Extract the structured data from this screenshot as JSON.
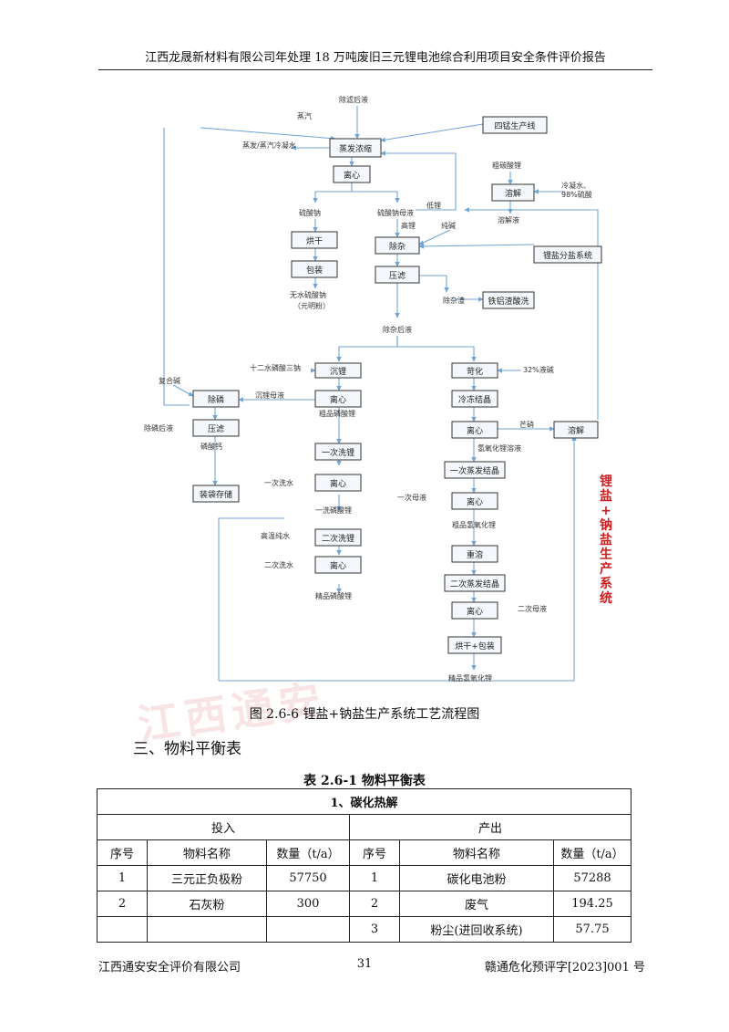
{
  "header": {
    "title": "江西龙晟新材料有限公司年处理 18 万吨废旧三元锂电池综合利用项目安全条件评价报告"
  },
  "flow": {
    "nodes": {
      "evap": "蒸发浓缩",
      "cent1": "离心",
      "dry1": "烘干",
      "pack1": "包装",
      "impurity": "除杂",
      "press1": "压滤",
      "wash_fe": "铁铝渣酸洗",
      "li_sep": "锂盐分盐系统",
      "dissolve": "溶解",
      "li_precip": "沉锂",
      "cent2": "离心",
      "p_remove": "除磷",
      "press2": "压滤",
      "bag": "装袋存储",
      "wash1": "一次洗锂",
      "cent3": "离心",
      "wash2": "二次洗锂",
      "cent4": "离心",
      "caustic": "苛化",
      "freeze": "冷冻结晶",
      "cent5": "离心",
      "dissolve2": "溶解",
      "evap1": "一次蒸发结晶",
      "cent6": "离心",
      "redissolve": "重溶",
      "evap2": "二次蒸发结晶",
      "cent7": "离心",
      "dry_pack": "烘干+包装",
      "mn_line": "四锰生产线"
    },
    "labels": {
      "filtrate_top": "除滤后液",
      "steam": "蒸汽",
      "condensate": "蒸发/蒸汽冷凝水",
      "sodium_sulfate": "硫酸钠",
      "mother_liquor": "硫酸钠母液",
      "lowlithium": "低锂",
      "highlithium": "高锂",
      "soda": "纯碱",
      "anhydrous": "无水硫酸钠",
      "mirabilite": "（元明粉）",
      "impurity_residue": "除杂渣",
      "after_impurity": "除杂后液",
      "crude_carbonate": "粗碳酸锂",
      "cold_water": "冷凝水、",
      "acid98": "98%硫酸",
      "solution": "溶解液",
      "tsp": "十二水磷酸三钠",
      "complexing": "复合碱",
      "li_mother": "沉锂母液",
      "crude_phosphate": "粗品磷酸锂",
      "after_p": "除磷后液",
      "ca_phosphate": "磷酸钙",
      "wash_water1": "一次洗水",
      "once_phosphate": "一洗磷酸锂",
      "pure_water": "高温纯水",
      "wash_water2": "二次洗水",
      "fine_phosphate": "精品磷酸锂",
      "naoh32": "32%液碱",
      "mirabilite2": "芒硝",
      "lioh_sol": "氢氧化锂溶液",
      "mother1": "一次母液",
      "crude_lioh": "粗品氢氧化锂",
      "mother2": "二次母液",
      "fine_lioh": "精品氢氧化锂",
      "system": "锂盐+钠盐生产系统"
    }
  },
  "watermark": "江西通安",
  "caption": "图 2.6-6   锂盐+钠盐生产系统工艺流程图",
  "section": "三、物料平衡表",
  "table": {
    "title": "表 2.6-1    物料平衡表",
    "group": "1、碳化热解",
    "input_label": "投入",
    "output_label": "产出",
    "col_no": "序号",
    "col_name": "物料名称",
    "col_qty": "数量（t/a）",
    "rows": [
      {
        "in_no": "1",
        "in_name": "三元正负极粉",
        "in_qty": "57750",
        "out_no": "1",
        "out_name": "碳化电池粉",
        "out_qty": "57288"
      },
      {
        "in_no": "2",
        "in_name": "石灰粉",
        "in_qty": "300",
        "out_no": "2",
        "out_name": "废气",
        "out_qty": "194.25"
      },
      {
        "in_no": "",
        "in_name": "",
        "in_qty": "",
        "out_no": "3",
        "out_name": "粉尘(进回收系统)",
        "out_qty": "57.75"
      }
    ]
  },
  "footer": {
    "company": "江西通安安全评价有限公司",
    "page": "31",
    "ref": "赣通危化预评字[2023]001 号"
  }
}
